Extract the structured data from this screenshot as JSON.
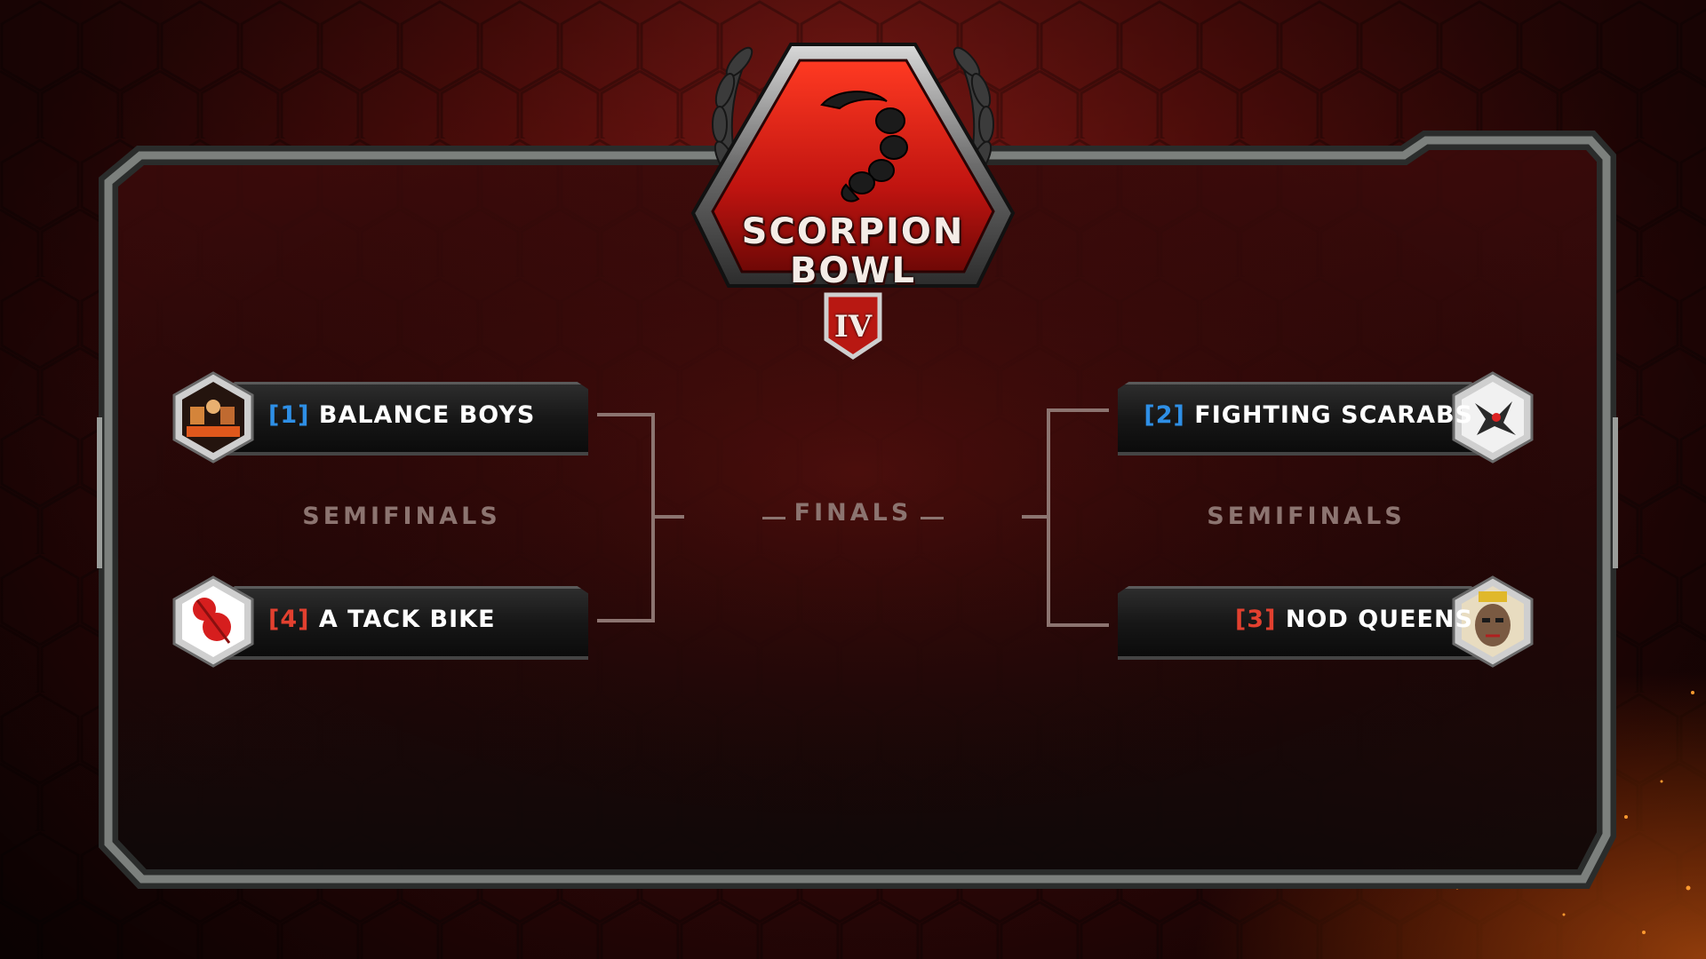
{
  "event": {
    "title_line1": "SCORPION",
    "title_line2": "BOWL",
    "edition": "IV"
  },
  "colors": {
    "background": "#7a1410",
    "frame": "#6b6e6c",
    "seed_blue": "#2e8fe6",
    "seed_red": "#e2402f",
    "connector": "#8c7470"
  },
  "bracket": {
    "left": {
      "round_label": "SEMIFINALS",
      "teams": [
        {
          "seed": "[1]",
          "name": "BALANCE BOYS",
          "icon": "balance-boys-logo"
        },
        {
          "seed": "[4]",
          "name": "A TACK BIKE",
          "icon": "red-gourd-logo"
        }
      ]
    },
    "center": {
      "round_label": "FINALS"
    },
    "right": {
      "round_label": "SEMIFINALS",
      "teams": [
        {
          "seed": "[2]",
          "name": "FIGHTING SCARABS",
          "icon": "scarab-bird-logo"
        },
        {
          "seed": "[3]",
          "name": "NOD QUEENS",
          "icon": "warrior-face-logo"
        }
      ]
    }
  }
}
